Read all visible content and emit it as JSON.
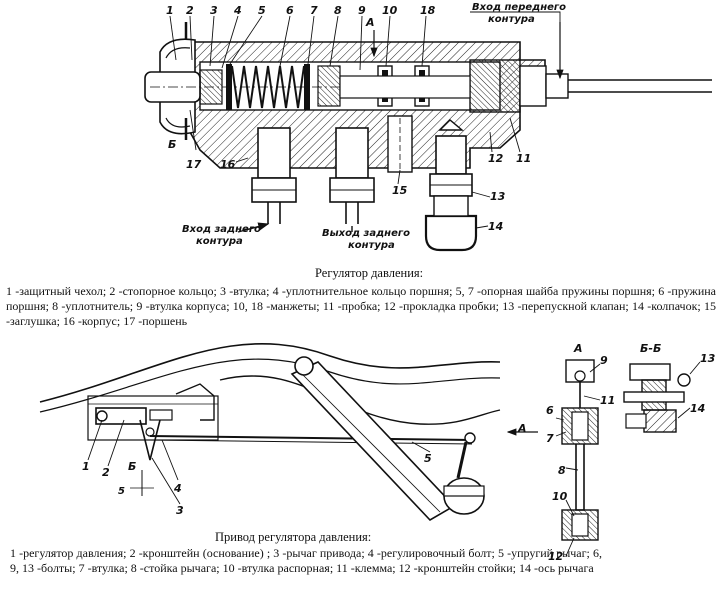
{
  "top_diagram": {
    "callouts": [
      "1",
      "2",
      "3",
      "4",
      "5",
      "6",
      "7",
      "8",
      "9",
      "10",
      "18",
      "11",
      "12",
      "13",
      "14",
      "15",
      "16",
      "17"
    ],
    "section_a": "А",
    "section_b": "Б",
    "inlet_front_line1": "Вход переднего",
    "inlet_front_line2": "контура",
    "inlet_rear_line1": "Вход заднего",
    "inlet_rear_line2": "контура",
    "outlet_rear_line1": "Выход заднего",
    "outlet_rear_line2": "контура"
  },
  "caption1": "Регулятор давления:",
  "legend1": "1 -защитный чехол; 2 -стопорное кольцо; 3 -втулка; 4 -уплотнительное кольцо поршня; 5, 7 -опорная шайба пружины поршня; 6 -пружина поршня; 8 -уплотнитель; 9 -втулка корпуса; 10, 18 -манжеты; 11 -пробка; 12 -прокладка пробки; 13 -перепускной клапан; 14 -колпачок; 15 -заглушка; 16 -корпус; 17 -поршень",
  "bottom_diagram": {
    "callouts": [
      "1",
      "2",
      "3",
      "4",
      "5",
      "6",
      "7",
      "8",
      "9",
      "10",
      "11",
      "12",
      "13",
      "14"
    ],
    "view_a": "А",
    "view_bb": "Б-Б",
    "arrow_a": "А",
    "section_b": "Б",
    "dim_5": "5"
  },
  "caption2": "Привод регулятора давления:",
  "legend2": "1 -регулятор давления; 2 -кронштейн (основание) ; 3 -рычаг привода; 4 -регулировочный болт; 5 -упругий рычаг; 6, 9, 13 -болты; 7 -втулка; 8 -стойка рычага; 10 -втулка распорная; 11 -клемма; 12 -кронштейн стойки; 14 -ось рычага"
}
